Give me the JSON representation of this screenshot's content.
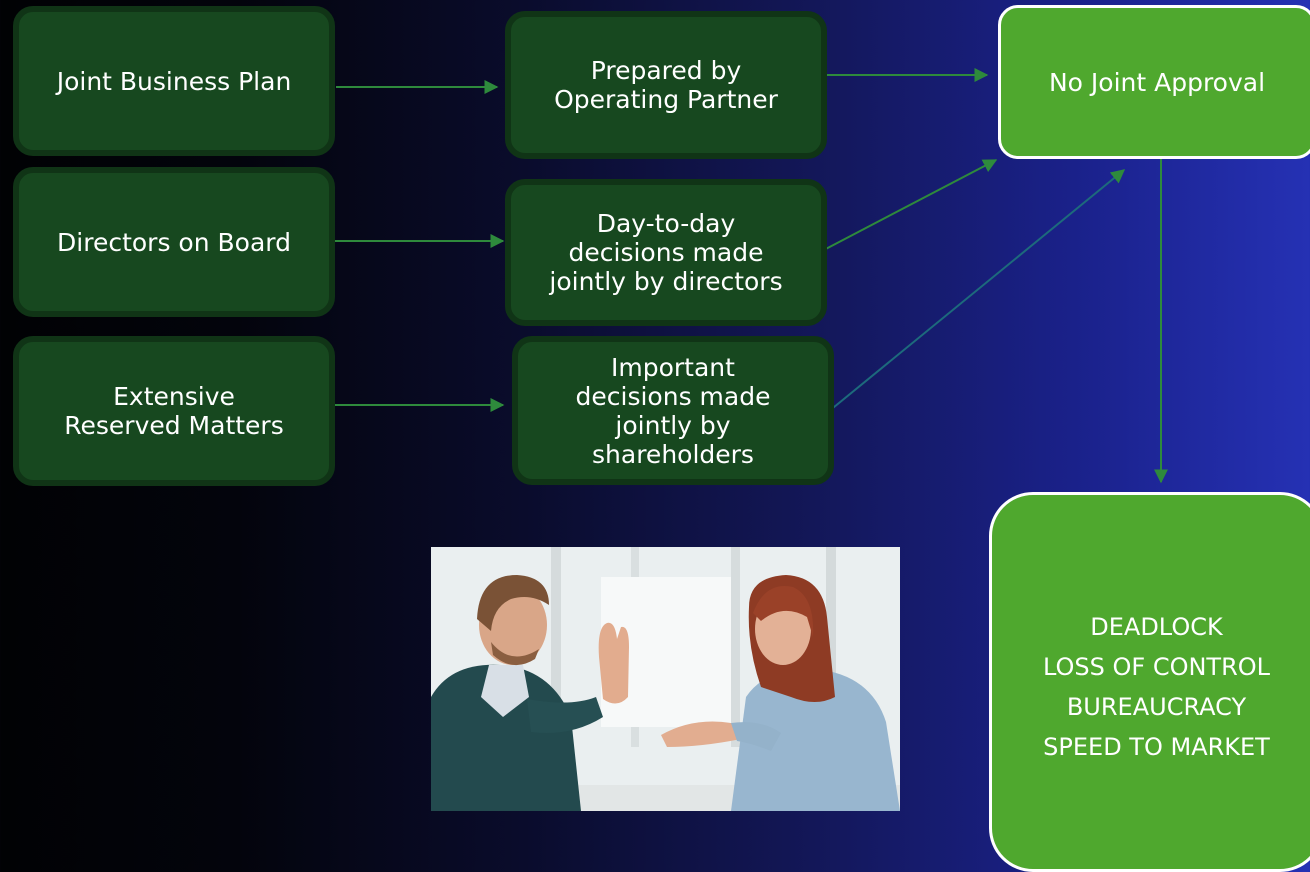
{
  "sources": [
    "Joint Business Plan",
    "Directors on Board",
    "Extensive Reserved Matters"
  ],
  "mechanisms": [
    "Prepared by Operating Partner",
    "Day-to-day decisions made jointly by directors",
    "Important decisions made jointly by shareholders"
  ],
  "result": "No Joint Approval",
  "outcomes": [
    "DEADLOCK",
    "LOSS OF CONTROL",
    "BUREAUCRACY",
    "SPEED TO MARKET"
  ],
  "colors": {
    "dark_box": "#17481f",
    "bright_box": "#4fa82e",
    "connector": "#2e8a3c"
  }
}
